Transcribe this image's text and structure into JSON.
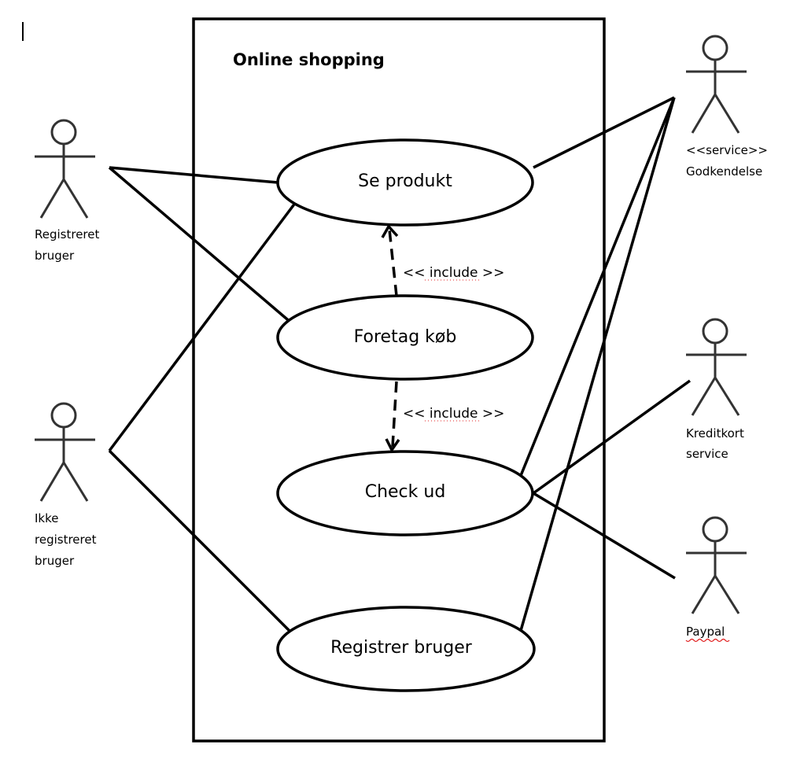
{
  "diagram": {
    "type": "uml-use-case",
    "system": {
      "title": "Online shopping"
    },
    "use_cases": [
      {
        "id": "se-produkt",
        "label": "Se produkt"
      },
      {
        "id": "foretag-kob",
        "label": "Foretag køb"
      },
      {
        "id": "check-ud",
        "label": "Check ud"
      },
      {
        "id": "registrer-bruger",
        "label": "Registrer bruger"
      }
    ],
    "actors": [
      {
        "id": "registreret-bruger",
        "lines": [
          "Registreret",
          "bruger"
        ]
      },
      {
        "id": "ikke-registreret-bruger",
        "lines": [
          "Ikke",
          "registreret",
          "bruger"
        ]
      },
      {
        "id": "godkendelse",
        "lines": [
          "<<service>>",
          "Godkendelse"
        ]
      },
      {
        "id": "kreditkort-service",
        "lines": [
          "Kreditkort",
          "service"
        ]
      },
      {
        "id": "paypal",
        "lines": [
          "Paypal"
        ]
      }
    ],
    "associations": [
      {
        "from": "registreret-bruger",
        "to": "se-produkt"
      },
      {
        "from": "registreret-bruger",
        "to": "foretag-kob"
      },
      {
        "from": "ikke-registreret-bruger",
        "to": "se-produkt"
      },
      {
        "from": "ikke-registreret-bruger",
        "to": "registrer-bruger"
      },
      {
        "from": "godkendelse",
        "to": "se-produkt"
      },
      {
        "from": "godkendelse",
        "to": "check-ud"
      },
      {
        "from": "godkendelse",
        "to": "registrer-bruger"
      },
      {
        "from": "kreditkort-service",
        "to": "check-ud"
      },
      {
        "from": "paypal",
        "to": "check-ud"
      }
    ],
    "includes": [
      {
        "from": "foretag-kob",
        "to": "se-produkt",
        "label": "<< include >>"
      },
      {
        "from": "foretag-kob",
        "to": "check-ud",
        "label": "<< include >>"
      }
    ]
  }
}
